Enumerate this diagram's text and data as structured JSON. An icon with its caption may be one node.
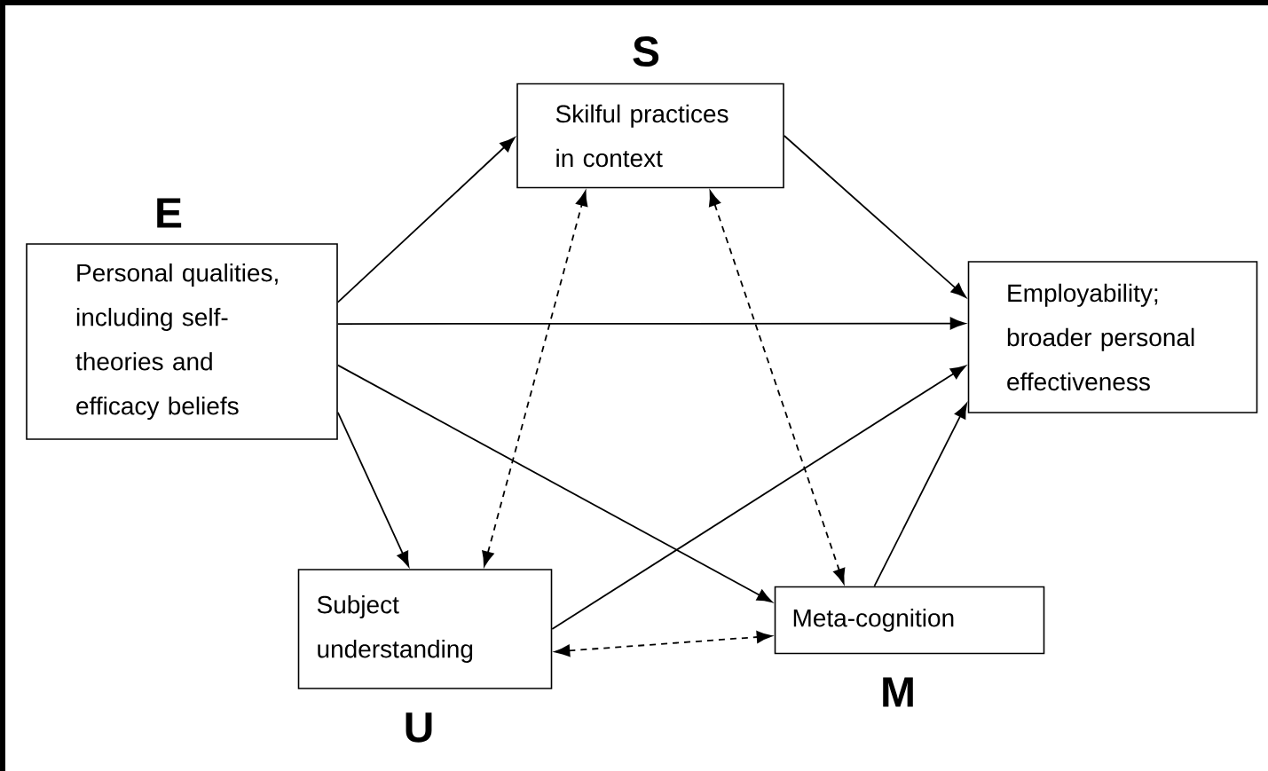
{
  "diagram": {
    "nodes": [
      {
        "text": [
          "Personal qualities, including self-theories and efficacy beliefs"
        ],
        "beside": [
          "E"
        ]
      },
      {
        "text": [
          "Skilful practices in context"
        ],
        "beside": [
          "S"
        ]
      },
      {
        "text": [
          "Employability; broader personal effectiveness"
        ]
      },
      {
        "text": [
          "Subject understanding"
        ],
        "beside": [
          "U"
        ]
      },
      {
        "text": [
          "Meta-cognition"
        ],
        "beside": [
          "M"
        ]
      }
    ],
    "edges": [
      {
        "from": 0,
        "to": 1,
        "arrow": "to"
      },
      {
        "from": 1,
        "to": 2,
        "arrow": "to"
      },
      {
        "from": 0,
        "to": 2,
        "arrow": "to"
      },
      {
        "from": 0,
        "to": 4,
        "arrow": "to"
      },
      {
        "from": 0,
        "to": 3,
        "arrow": "to"
      },
      {
        "from": 3,
        "to": 1,
        "arrow": "both",
        "style": "dashed"
      },
      {
        "from": 1,
        "to": 4,
        "arrow": "both",
        "style": "dashed"
      },
      {
        "from": 3,
        "to": 4,
        "arrow": "both",
        "style": "dashed"
      },
      {
        "from": 3,
        "to": 2,
        "arrow": "to"
      },
      {
        "from": 4,
        "to": 2,
        "arrow": "to"
      }
    ]
  }
}
